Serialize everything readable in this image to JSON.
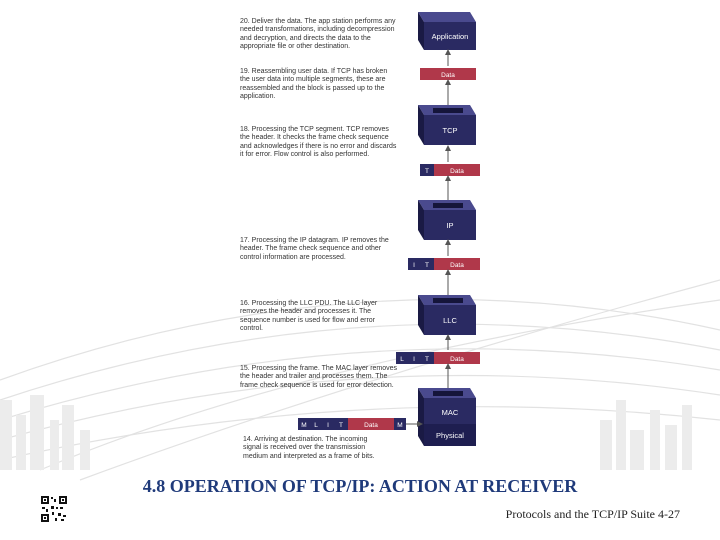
{
  "slide": {
    "title": "4.8 OPERATION OF TCP/IP: ACTION AT RECEIVER",
    "footer": "Protocols and the TCP/IP Suite 4-27"
  },
  "steps": [
    {
      "id": "20",
      "text": "20. Deliver the data. The app station performs any needed transformations, including decompression and decryption, and directs the data to the appropriate file or other destination."
    },
    {
      "id": "19",
      "text": "19. Reassembling user data. If TCP has broken the user data into multiple segments, these are reassembled and the block is passed up to the application."
    },
    {
      "id": "18",
      "text": "18. Processing the TCP segment. TCP removes the header. It checks the frame check sequence and acknowledges if there is no error and discards it for error. Flow control is also performed."
    },
    {
      "id": "17",
      "text": "17. Processing the IP datagram. IP removes the header. The frame check sequence and other control information are processed."
    },
    {
      "id": "16",
      "text": "16. Processing the LLC PDU. The LLC layer removes the header and processes it. The sequence number is used for flow and error control."
    },
    {
      "id": "15",
      "text": "15. Processing the frame. The MAC layer removes the header and trailer and processes them. The frame check sequence is used for error detection."
    },
    {
      "id": "14",
      "text": "14. Arriving at destination. The incoming signal is received over the transmission medium and interpreted as a frame of bits."
    }
  ],
  "layers": {
    "application": "Application",
    "tcp": "TCP",
    "ip": "IP",
    "llc": "LLC",
    "mac": "MAC",
    "physical": "Physical"
  },
  "pdu": {
    "data": "Data",
    "T": "T",
    "I": "I",
    "L": "L",
    "M": "M"
  },
  "colors": {
    "box_top": "#3b3b7a",
    "box_side": "#1e1e4e",
    "box_front": "#2a2a62",
    "data_red": "#b0384a",
    "header_blue": "#2a2a62",
    "title": "#1f3a7a"
  }
}
